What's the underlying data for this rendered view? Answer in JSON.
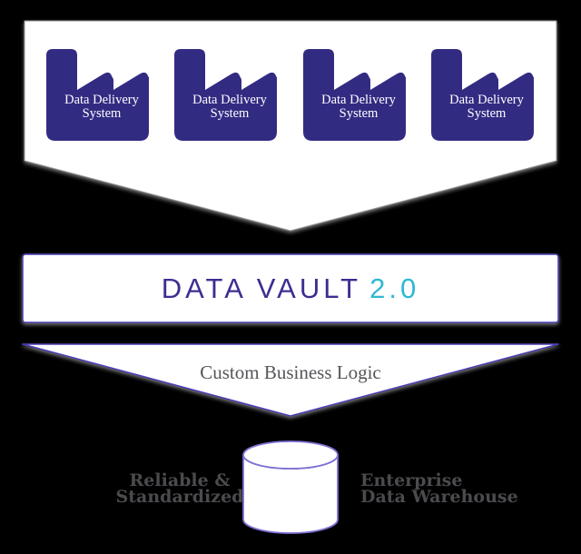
{
  "diagram_title": "Data Vault 2.0 architecture funnel",
  "colors": {
    "background": "#000000",
    "factory": "#322B82",
    "title": "#3D2E91",
    "accent": "#2FB8D3",
    "outline": "#4A3DB5",
    "cylinder-outline": "#7D72D4",
    "muted-text": "#55565A",
    "caption-text": "#4B4B4F",
    "shape-fill": "#ffffff",
    "edge": "#979797"
  },
  "sources": {
    "items": [
      {
        "label": "Data Delivery System"
      },
      {
        "label": "Data Delivery System"
      },
      {
        "label": "Data Delivery System"
      },
      {
        "label": "Data Delivery System"
      }
    ]
  },
  "vault": {
    "title": "DATA VAULT",
    "version": "2.0"
  },
  "funnel": {
    "label": "Custom Business Logic"
  },
  "warehouse": {
    "left_caption": "Reliable &\nStandardized",
    "right_caption": "Enterprise\nData Warehouse"
  },
  "icons": {
    "factory": "factory-icon",
    "database": "database-cylinder-icon"
  }
}
